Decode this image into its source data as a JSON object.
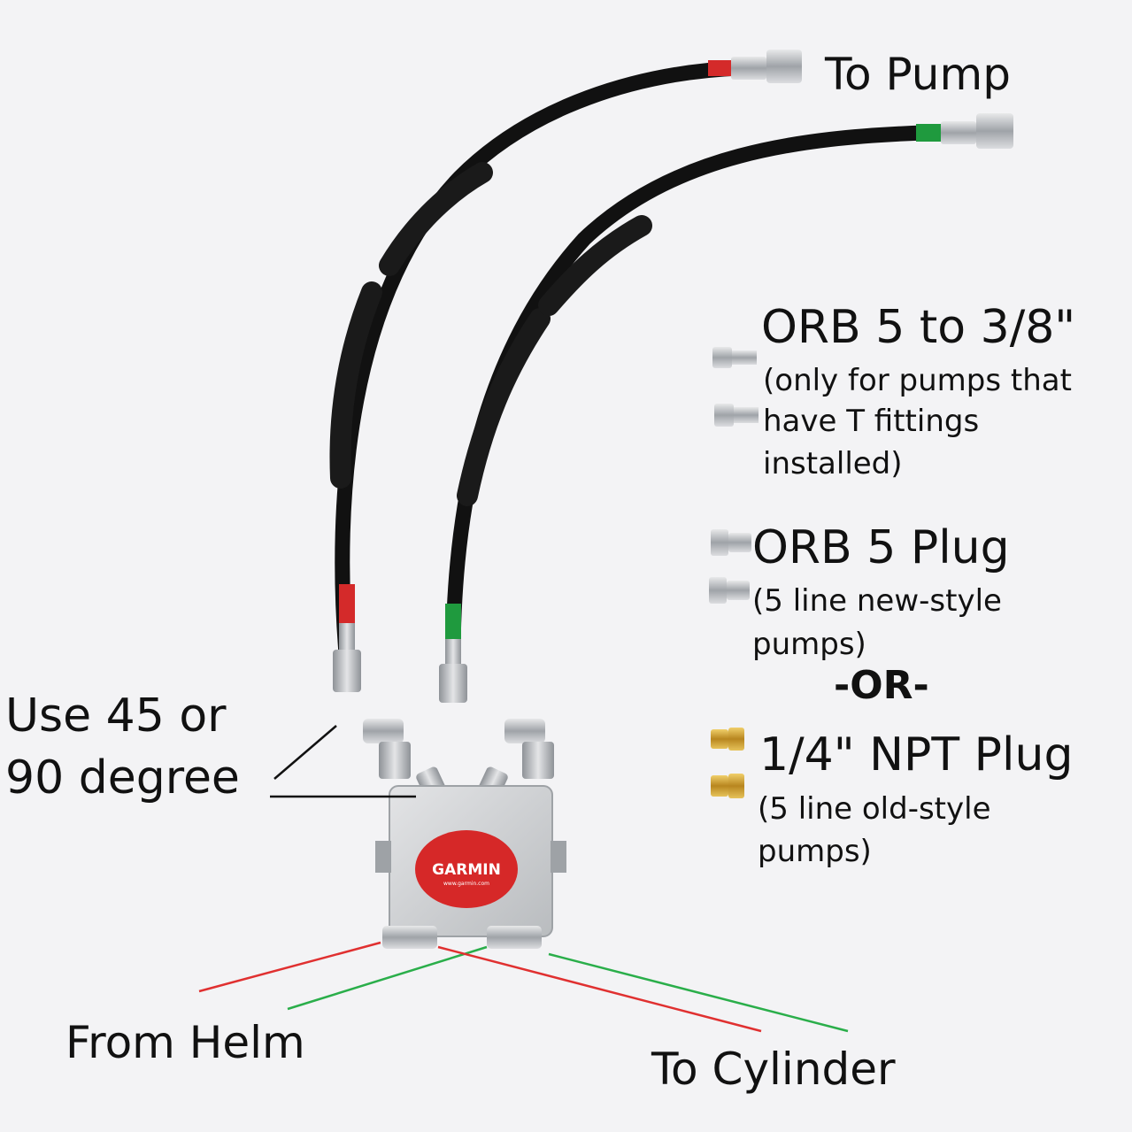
{
  "labels": {
    "to_pump": "To Pump",
    "orb5_38_title": "ORB 5 to 3/8\"",
    "orb5_38_note_1": "(only for pumps that",
    "orb5_38_note_2": "have T fittings",
    "orb5_38_note_3": "installed)",
    "orb5_plug_title": "ORB 5 Plug",
    "orb5_plug_note_1": "(5 line new-style",
    "orb5_plug_note_2": "pumps)",
    "or": "-OR-",
    "npt_plug_title": "1/4\" NPT Plug",
    "npt_plug_note_1": "(5 line old-style",
    "npt_plug_note_2": "pumps)",
    "use_angle_1": "Use 45 or",
    "use_angle_2": "90 degree",
    "from_helm": "From Helm",
    "to_cylinder": "To Cylinder"
  },
  "manifold": {
    "brand": "GARMIN",
    "website": "www.garmin.com"
  },
  "colors": {
    "background": "#f3f3f5",
    "hose": "#111111",
    "red_marker": "#d42a2a",
    "green_marker": "#1f9a3e",
    "brass": "#c99a2e",
    "steel": "#a9acb0",
    "garmin_red": "#d62828"
  }
}
